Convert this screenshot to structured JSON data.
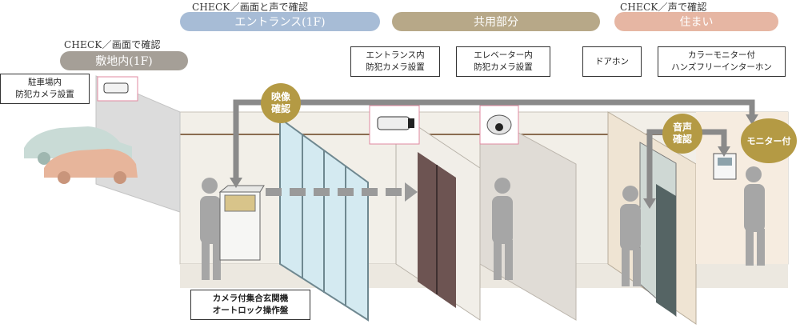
{
  "sections": {
    "site": {
      "check": "CHECK／画面で確認",
      "label": "敷地内(1F)",
      "color": "#a59f97"
    },
    "entrance": {
      "check": "CHECK／画面と声で確認",
      "label": "エントランス(1F)",
      "color": "#a7bcd6"
    },
    "common": {
      "label": "共用部分",
      "color": "#b7a888"
    },
    "home": {
      "check": "CHECK／声で確認",
      "label": "住まい",
      "color": "#e6b6a3"
    }
  },
  "callouts": {
    "parking_camera": {
      "line1": "駐車場内",
      "line2": "防犯カメラ設置"
    },
    "entrance_camera": {
      "line1": "エントランス内",
      "line2": "防犯カメラ設置"
    },
    "elevator_camera": {
      "line1": "エレベーター内",
      "line2": "防犯カメラ設置"
    },
    "door_phone": {
      "line1": "ドアホン"
    },
    "intercom": {
      "line1": "カラーモニター付",
      "line2": "ハンズフリーインターホン"
    },
    "autolock_panel": {
      "line1": "カメラ付集合玄関機",
      "line2": "オートロック操作盤"
    }
  },
  "badges": {
    "video": {
      "line1": "映像",
      "line2": "確認",
      "color": "#b49a44"
    },
    "voice": {
      "line1": "音声",
      "line2": "確認",
      "color": "#b49a44"
    },
    "monitor": {
      "line1": "モニター付",
      "color": "#b49a44"
    }
  },
  "colors": {
    "arrow": "#8a8a8a",
    "camera_frame": "#e08aa0",
    "wall": "#e7e3dc",
    "glass": "#cfe6ee"
  }
}
